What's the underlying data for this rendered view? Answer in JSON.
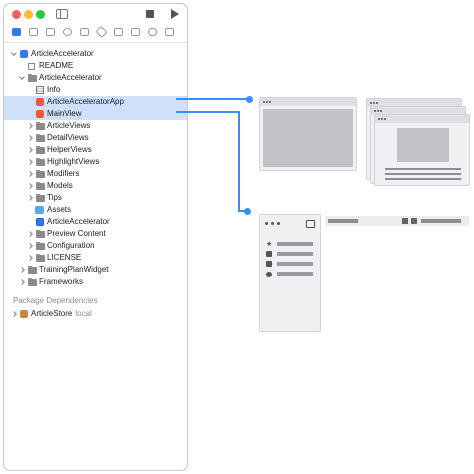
{
  "tree": {
    "project": "ArticleAccelerator",
    "readme": "README",
    "group": "ArticleAccelerator",
    "info": "Info",
    "app_file": "ArticleAcceleratorApp",
    "main_view": "MainView",
    "article_views": "ArticleViews",
    "detail_views": "DetailViews",
    "helper_views": "HelperViews",
    "highlight_views": "HighlightViews",
    "modifiers": "Modifiers",
    "models": "Models",
    "tips": "Tips",
    "assets": "Assets",
    "article_accelerator_target": "ArticleAccelerator",
    "preview_content": "Preview Content",
    "configuration": "Configuration",
    "license": "LICENSE",
    "widget": "TrainingPlanWidget",
    "frameworks": "Frameworks"
  },
  "packages": {
    "header": "Package Dependencies",
    "article_store": "ArticleStore",
    "article_store_tag": "local"
  },
  "icons": [
    "sidebar-toggle-icon",
    "stop-icon",
    "run-icon",
    "folder-icon",
    "swift-file-icon",
    "assets-icon",
    "package-icon"
  ],
  "colors": {
    "accent": "#3a8ef6",
    "selection": "#cfe0fb",
    "swift": "#f1593a"
  }
}
